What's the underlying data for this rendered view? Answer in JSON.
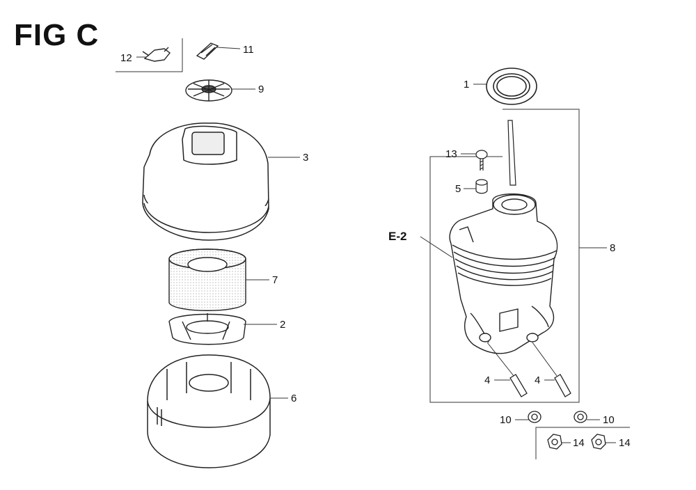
{
  "figure": {
    "title": "FIG C",
    "reference": "E-2",
    "callouts": [
      {
        "id": "c12",
        "label": "12"
      },
      {
        "id": "c11",
        "label": "11"
      },
      {
        "id": "c9",
        "label": "9"
      },
      {
        "id": "c3",
        "label": "3"
      },
      {
        "id": "c7",
        "label": "7"
      },
      {
        "id": "c2",
        "label": "2"
      },
      {
        "id": "c6",
        "label": "6"
      },
      {
        "id": "c1",
        "label": "1"
      },
      {
        "id": "c13",
        "label": "13"
      },
      {
        "id": "c5",
        "label": "5"
      },
      {
        "id": "c8",
        "label": "8"
      },
      {
        "id": "c4a",
        "label": "4"
      },
      {
        "id": "c4b",
        "label": "4"
      },
      {
        "id": "c10a",
        "label": "10"
      },
      {
        "id": "c10b",
        "label": "10"
      },
      {
        "id": "c14a",
        "label": "14"
      },
      {
        "id": "c14b",
        "label": "14"
      }
    ]
  }
}
